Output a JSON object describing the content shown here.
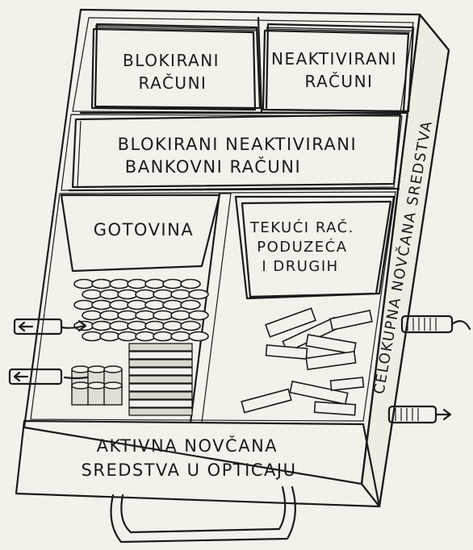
{
  "compartments": {
    "blocked_accounts": [
      "BLOKIRANI",
      "RAČUNI"
    ],
    "inactive_accounts": [
      "NEAKTIVIRANI",
      "RAČUNI"
    ],
    "blocked_inactive_bank": [
      "BLOKIRANI NEAKTIVIRANI",
      "BANKOVNI RAČUNI"
    ],
    "cash": [
      "GOTOVINA"
    ],
    "current_accounts": [
      "TEKUĆI RAČ.",
      "PODUZEĆA",
      "I DRUGIH"
    ],
    "front_panel": [
      "AKTIVNA NOVČANA",
      "SREDSTVA U OPTICAJU"
    ],
    "side_panel": "CELOKUPNA NOVČANA SREDSTVA"
  },
  "colors": {
    "ink": "#1a1a1a",
    "paper": "#f4f1ea",
    "shade": "#bdb8ad"
  }
}
